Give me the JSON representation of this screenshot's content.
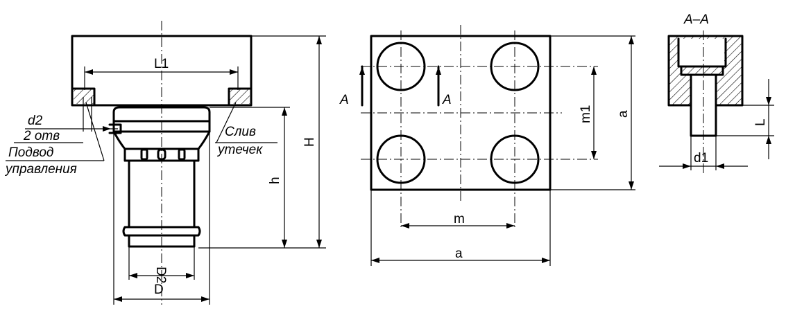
{
  "labels": {
    "L1": "L1",
    "d2": "d2",
    "two_holes": "2 отв",
    "supply": "Подвод",
    "control": "управления",
    "drain": "Слив",
    "leakage": "утечек",
    "H": "H",
    "h": "h",
    "D2": "D2",
    "D": "D",
    "A_left": "A",
    "A_right": "A",
    "m1": "m1",
    "a_vert": "a",
    "m": "m",
    "a_horiz": "a",
    "section": "A–A",
    "L": "L",
    "d1": "d1"
  }
}
